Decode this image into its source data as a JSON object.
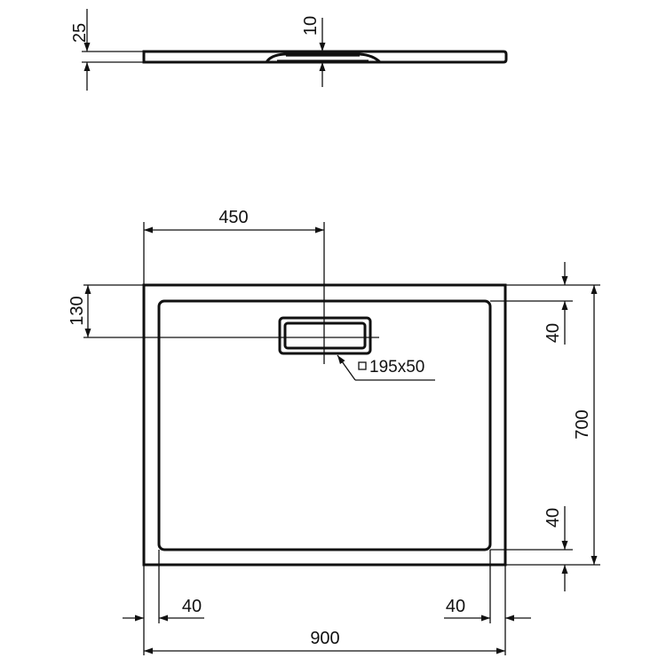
{
  "drawing": {
    "subject": "rectangular shower tray technical drawing",
    "colors": {
      "line": "#111111",
      "background": "#ffffff"
    },
    "side_view": {
      "dimensions": {
        "thickness": "25",
        "drain_depth": "10"
      }
    },
    "plan_view": {
      "dimensions": {
        "drain_offset_x": "450",
        "drain_offset_y": "130",
        "drain_size": "195x50",
        "rim_top": "40",
        "rim_bottom": "40",
        "rim_left": "40",
        "rim_right": "40",
        "overall_depth": "700",
        "overall_width": "900"
      },
      "drain_size_symbol": "square-icon"
    }
  }
}
